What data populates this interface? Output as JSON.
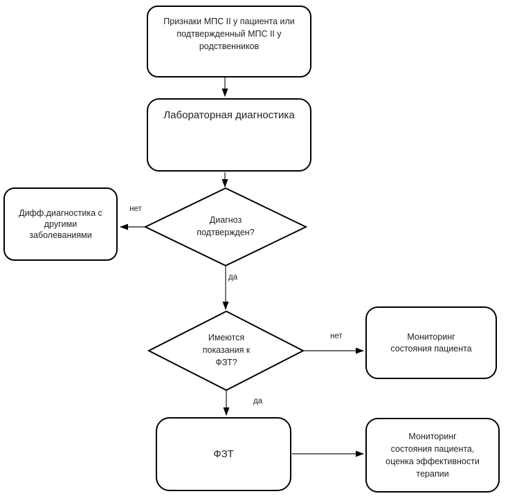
{
  "colors": {
    "background": "#ffffff",
    "node_fill": "#ffffff",
    "node_border": "#000000",
    "arrow_line": "#3a3a3a",
    "arrow_head": "#000000",
    "text": "#1f1f1f"
  },
  "diagram": {
    "type": "flowchart",
    "nodes": {
      "signs": {
        "shape": "rounded-rect",
        "label": "Признаки МПС II  у пациента или\nподтвержденный МПС II у\nродственников"
      },
      "lab": {
        "shape": "rounded-rect",
        "label": "Лабораторная диагностика"
      },
      "diagnosis_confirmed": {
        "shape": "decision-diamond",
        "label": "Диагноз\nподтвержден?"
      },
      "diff_diagnosis": {
        "shape": "rounded-rect",
        "label": "Дифф.диагностика с\nдругими\nзаболеваниями"
      },
      "ert_indications": {
        "shape": "decision-diamond",
        "label": "Имеются\nпоказания к\nФЗТ?"
      },
      "monitoring": {
        "shape": "rounded-rect",
        "label": "Мониторинг\nсостояния пациента"
      },
      "ert": {
        "shape": "rounded-rect",
        "label": "ФЗТ"
      },
      "monitoring_eval": {
        "shape": "rounded-rect",
        "label": "Мониторинг\nсостояния пациента,\nоценка эффективности\nтерапии"
      }
    },
    "edges": [
      {
        "from": "signs",
        "to": "lab",
        "label": ""
      },
      {
        "from": "lab",
        "to": "diagnosis_confirmed",
        "label": ""
      },
      {
        "from": "diagnosis_confirmed",
        "to": "diff_diagnosis",
        "label": "нет"
      },
      {
        "from": "diagnosis_confirmed",
        "to": "ert_indications",
        "label": "да"
      },
      {
        "from": "ert_indications",
        "to": "monitoring",
        "label": "нет"
      },
      {
        "from": "ert_indications",
        "to": "ert",
        "label": "да"
      },
      {
        "from": "ert",
        "to": "monitoring_eval",
        "label": ""
      }
    ]
  }
}
